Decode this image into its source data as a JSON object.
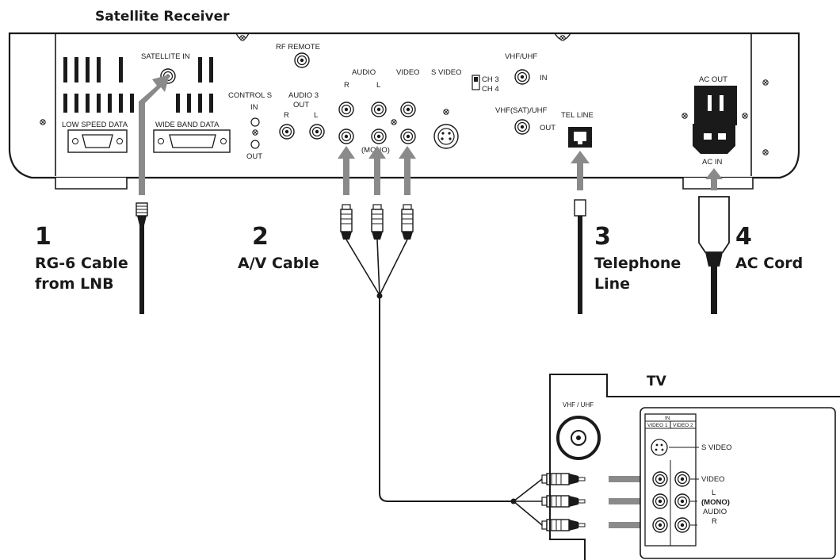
{
  "receiver": {
    "title": "Satellite Receiver",
    "labels": {
      "satellite_in": "SATELLITE IN",
      "rf_remote": "RF REMOTE",
      "control_s": "CONTROL S",
      "control_in": "IN",
      "control_out": "OUT",
      "audio3": "AUDIO 3",
      "audio3_out": "OUT",
      "audio3_r": "R",
      "audio3_l": "L",
      "audio": "AUDIO",
      "audio_r": "R",
      "audio_l": "L",
      "video": "VIDEO",
      "s_video": "S VIDEO",
      "mono": "(MONO)",
      "ch3": "CH 3",
      "ch4": "CH 4",
      "vhf_uhf": "VHF/UHF",
      "vhf_in": "IN",
      "vhf_sat": "VHF(SAT)/UHF",
      "vhf_out": "OUT",
      "tel_line": "TEL LINE",
      "ac_out": "AC OUT",
      "ac_in": "AC IN",
      "low_speed": "LOW SPEED DATA",
      "wide_band": "WIDE BAND DATA"
    }
  },
  "connections": [
    {
      "number": "1",
      "caption": [
        "RG-6 Cable",
        "from LNB"
      ]
    },
    {
      "number": "2",
      "caption": [
        "A/V Cable"
      ]
    },
    {
      "number": "3",
      "caption": [
        "Telephone",
        "Line"
      ]
    },
    {
      "number": "4",
      "caption": [
        "AC Cord"
      ]
    }
  ],
  "tv": {
    "title": "TV",
    "vhf_uhf": "VHF / UHF",
    "in": "IN",
    "video1": "VIDEO 1",
    "video2": "VIDEO 2",
    "s_video": "S VIDEO",
    "video": "VIDEO",
    "l": "L",
    "mono": "(MONO)",
    "audio": "AUDIO",
    "r": "R"
  },
  "colors": {
    "arrow": "#8a8a8a",
    "line": "#1a1a1a"
  }
}
